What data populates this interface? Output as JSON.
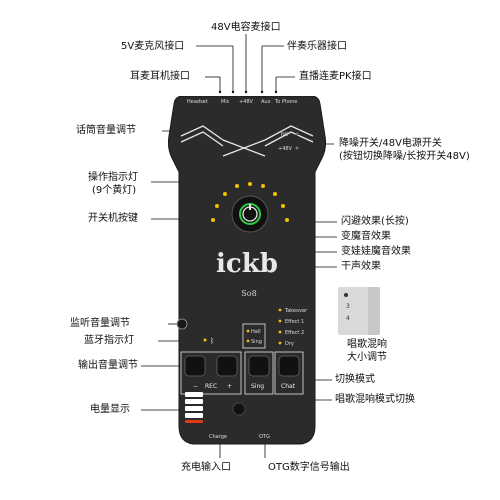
{
  "device": {
    "brand_logo": "ickb",
    "model": "So8",
    "ports_top": [
      "Headset",
      "Mic",
      "+48V",
      "Aux",
      "To Phone"
    ],
    "switch_labels": [
      "NC",
      "+48V"
    ],
    "effect_modes": [
      "Takeover",
      "Effect 1",
      "Effect 2",
      "Dry"
    ],
    "sing_modes": [
      "Hall",
      "Sing"
    ],
    "rec_label": "REC",
    "rec_minus": "−",
    "rec_plus": "+",
    "sing_button": "Sing",
    "chat_button": "Chat",
    "charge_label": "Charge",
    "otg_label": "OTG",
    "inset_labels": [
      "3",
      "4"
    ]
  },
  "annotations": {
    "mic48v": "48V电容麦接口",
    "mic5v": "5V麦克风接口",
    "aux": "伴奏乐器接口",
    "headset": "耳麦耳机接口",
    "pk": "直播连麦PK接口",
    "mic_volume": "话筒音量调节",
    "noise_switch_1": "降噪开关/48V电源开关",
    "noise_switch_2": "(按钮切换降噪/长按开关48V)",
    "indicator_1": "操作指示灯",
    "indicator_2": "(9个黄灯)",
    "power": "开关机按键",
    "flash": "闪避效果(长按)",
    "magic": "变魔音效果",
    "doll": "变娃娃魔音效果",
    "dry": "干声效果",
    "monitor": "监听音量调节",
    "bt": "蓝牙指示灯",
    "reverb_1": "唱歌混响",
    "reverb_2": "大小调节",
    "output_vol": "输出音量调节",
    "switch_mode": "切换模式",
    "reverb_mode": "唱歌混响模式切换",
    "battery": "电量显示",
    "charge_in": "充电输入口",
    "otg_out": "OTG数字信号输出"
  },
  "colors": {
    "body": "#2b2b2b",
    "indicator": "#f2c200",
    "power_ring": "#2ecc40",
    "battery": "#ffffff",
    "battery_low": "#e03a1a"
  }
}
